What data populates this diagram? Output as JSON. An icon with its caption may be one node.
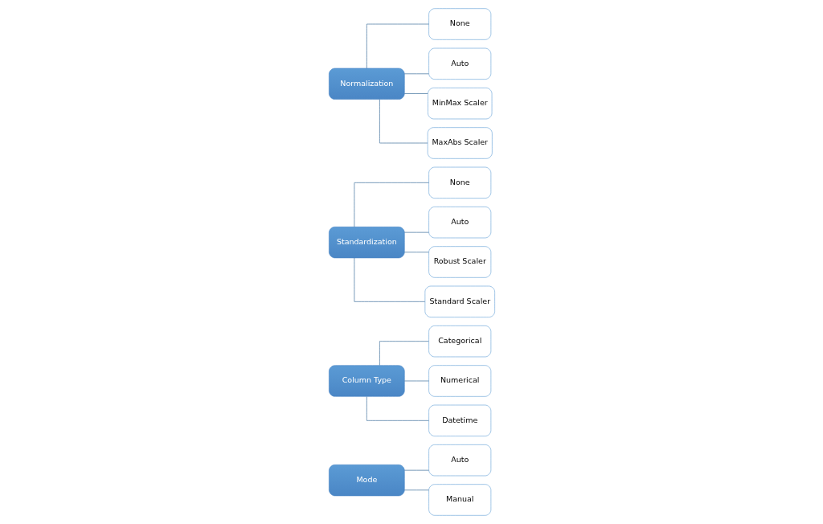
{
  "diagram": {
    "nodes": [
      {
        "text": [
          "Mode"
        ]
      },
      {
        "text": [
          "Auto"
        ]
      },
      {
        "text": [
          "Manual"
        ]
      },
      {
        "text": [
          "Column Type"
        ]
      },
      {
        "text": [
          "Categorical"
        ]
      },
      {
        "text": [
          "Numerical"
        ]
      },
      {
        "text": [
          "Datetime"
        ]
      },
      {
        "text": [
          "Standardization"
        ]
      },
      {
        "text": [
          "None"
        ]
      },
      {
        "text": [
          "Auto"
        ]
      },
      {
        "text": [
          "Robust Scaler"
        ]
      },
      {
        "text": [
          "Standard Scaler"
        ]
      },
      {
        "text": [
          "Normalization"
        ]
      },
      {
        "text": [
          "None"
        ]
      },
      {
        "text": [
          "Auto"
        ]
      },
      {
        "text": [
          "MinMax Scaler"
        ]
      },
      {
        "text": [
          "MaxAbs Scaler"
        ]
      }
    ],
    "edges": [
      {
        "from": 0,
        "to": 1,
        "arrow": "none"
      },
      {
        "from": 0,
        "to": 2,
        "arrow": "none"
      },
      {
        "from": 3,
        "to": 4,
        "arrow": "none"
      },
      {
        "from": 3,
        "to": 5,
        "arrow": "none"
      },
      {
        "from": 3,
        "to": 6,
        "arrow": "none"
      },
      {
        "from": 7,
        "to": 8,
        "arrow": "none"
      },
      {
        "from": 7,
        "to": 9,
        "arrow": "none"
      },
      {
        "from": 7,
        "to": 10,
        "arrow": "none"
      },
      {
        "from": 7,
        "to": 11,
        "arrow": "none"
      },
      {
        "from": 12,
        "to": 13,
        "arrow": "none"
      },
      {
        "from": 12,
        "to": 14,
        "arrow": "none"
      },
      {
        "from": 12,
        "to": 15,
        "arrow": "none"
      },
      {
        "from": 12,
        "to": 16,
        "arrow": "none"
      }
    ]
  }
}
